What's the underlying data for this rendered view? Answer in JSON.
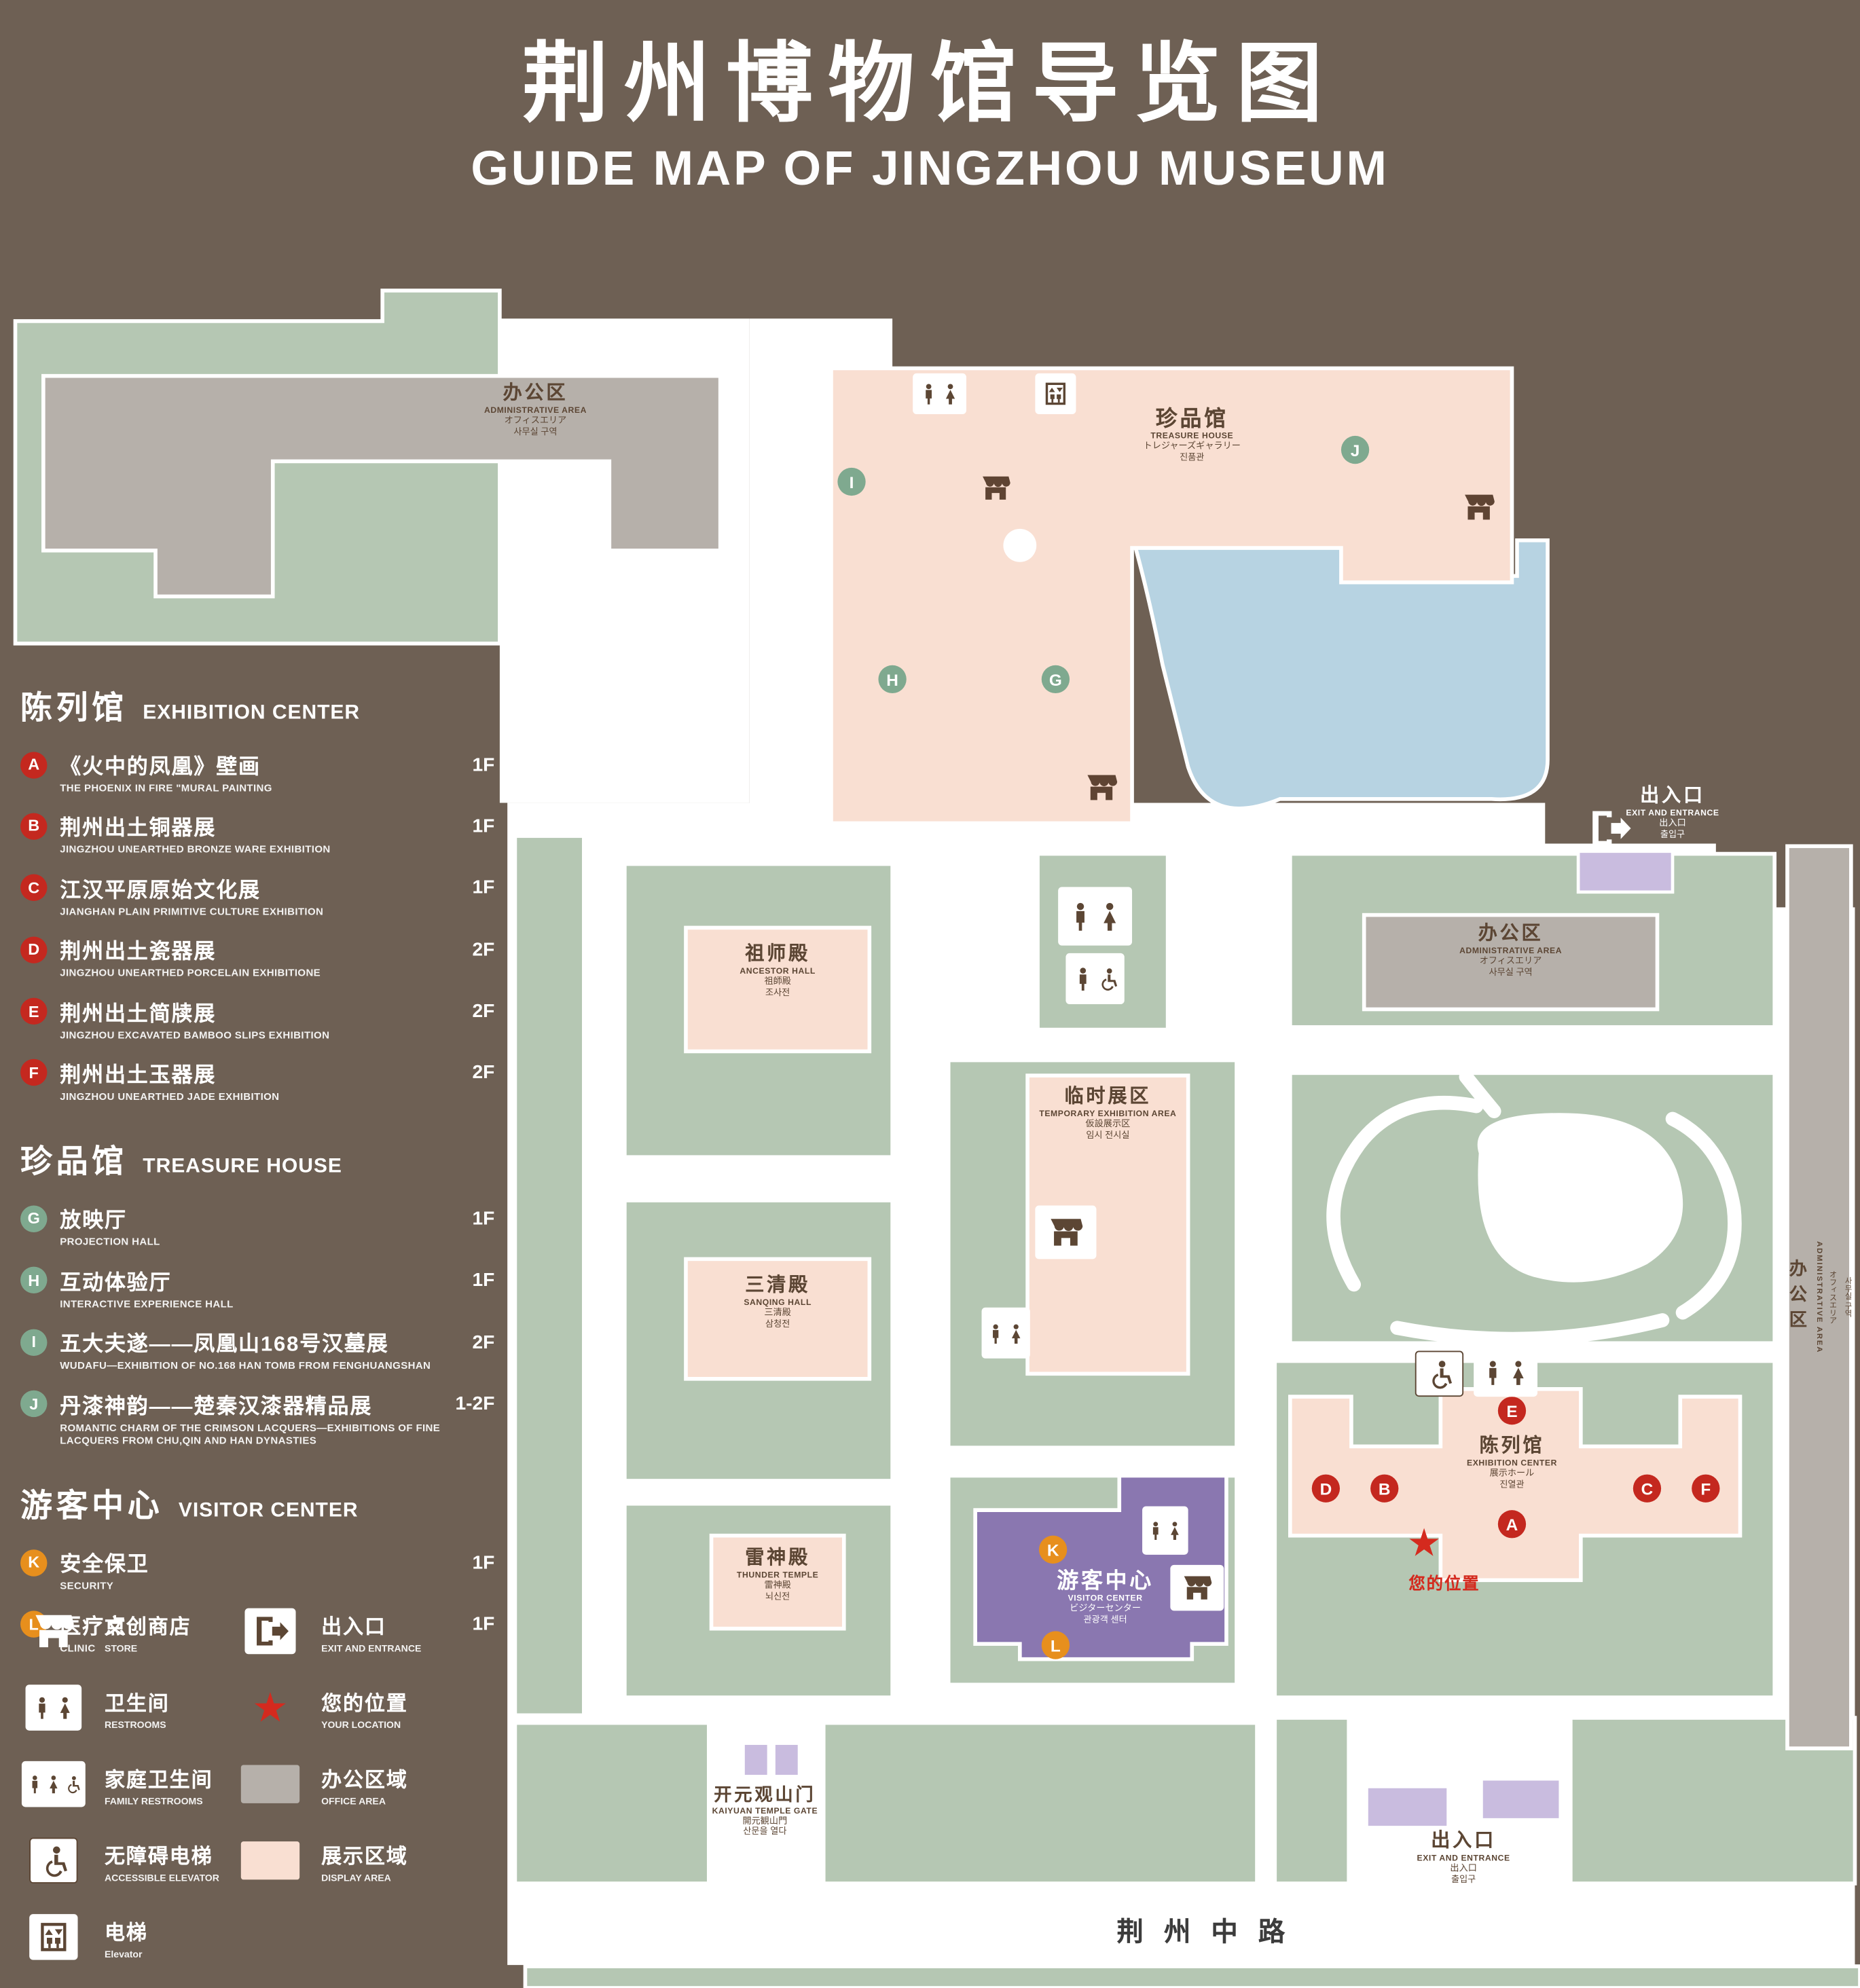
{
  "header": {
    "title_cn": "荆州博物馆导览图",
    "title_en": "GUIDE MAP OF JINGZHOU MUSEUM"
  },
  "sidebar": {
    "sections": [
      {
        "cn": "陈列馆",
        "en": "EXHIBITION CENTER",
        "items": [
          {
            "letter": "A",
            "cn": "《火中的凤凰》壁画",
            "en": "THE PHOENIX IN FIRE \"MURAL PAINTING",
            "floor": "1F"
          },
          {
            "letter": "B",
            "cn": "荆州出土铜器展",
            "en": "JINGZHOU UNEARTHED BRONZE WARE EXHIBITION",
            "floor": "1F"
          },
          {
            "letter": "C",
            "cn": "江汉平原原始文化展",
            "en": "JIANGHAN PLAIN PRIMITIVE CULTURE EXHIBITION",
            "floor": "1F"
          },
          {
            "letter": "D",
            "cn": "荆州出土瓷器展",
            "en": "JINGZHOU UNEARTHED PORCELAIN EXHIBITIONE",
            "floor": "2F"
          },
          {
            "letter": "E",
            "cn": "荆州出土简牍展",
            "en": "JINGZHOU EXCAVATED BAMBOO SLIPS EXHIBITION",
            "floor": "2F"
          },
          {
            "letter": "F",
            "cn": "荆州出土玉器展",
            "en": "JINGZHOU UNEARTHED JADE EXHIBITION",
            "floor": "2F"
          }
        ]
      },
      {
        "cn": "珍品馆",
        "en": "TREASURE HOUSE",
        "items": [
          {
            "letter": "G",
            "cn": "放映厅",
            "en": "PROJECTION HALL",
            "floor": "1F"
          },
          {
            "letter": "H",
            "cn": "互动体验厅",
            "en": "INTERACTIVE EXPERIENCE HALL",
            "floor": "1F"
          },
          {
            "letter": "I",
            "cn": "五大夫遂——凤凰山168号汉墓展",
            "en": "WUDAFU—EXHIBITION OF NO.168 HAN TOMB FROM FENGHUANGSHAN",
            "floor": "2F"
          },
          {
            "letter": "J",
            "cn": "丹漆神韵——楚秦汉漆器精品展",
            "en": "ROMANTIC CHARM OF THE CRIMSON LACQUERS—EXHIBITIONS OF FINE LACQUERS FROM CHU,QIN AND HAN DYNASTIES",
            "floor": "1-2F"
          }
        ]
      },
      {
        "cn": "游客中心",
        "en": "VISITOR CENTER",
        "items": [
          {
            "letter": "K",
            "cn": "安全保卫",
            "en": "SECURITY",
            "floor": "1F"
          },
          {
            "letter": "L",
            "cn": "医疗点",
            "en": "CLINIC",
            "floor": "1F"
          }
        ]
      }
    ]
  },
  "legend": {
    "left": [
      {
        "cn": "文创商店",
        "en": "STORE"
      },
      {
        "cn": "卫生间",
        "en": "RESTROOMS"
      },
      {
        "cn": "家庭卫生间",
        "en": "FAMILY RESTROOMS"
      },
      {
        "cn": "无障碍电梯",
        "en": "ACCESSIBLE ELEVATOR"
      },
      {
        "cn": "电梯",
        "en": "Elevator"
      }
    ],
    "right": [
      {
        "cn": "出入口",
        "en": "EXIT AND ENTRANCE"
      },
      {
        "cn": "您的位置",
        "en": "YOUR LOCATION"
      },
      {
        "cn": "办公区域",
        "en": "OFFICE AREA"
      },
      {
        "cn": "展示区域",
        "en": "DISPLAY AREA"
      }
    ]
  },
  "map": {
    "admin_nw": {
      "cn": "办公区",
      "en": "ADMINISTRATIVE AREA",
      "ja": "オフィスエリア",
      "ko": "사무실 구역"
    },
    "treasure": {
      "cn": "珍品馆",
      "en": "TREASURE HOUSE",
      "ja": "トレジャーズギャラリー",
      "ko": "진품관"
    },
    "exit_ne": {
      "cn": "出入口",
      "en": "EXIT AND ENTRANCE",
      "ja": "出入口",
      "ko": "출입구"
    },
    "admin_e": {
      "cn": "办公区",
      "en": "ADMINISTRATIVE AREA",
      "ja": "オフィスエリア",
      "ko": "사무실 구역"
    },
    "admin_strip": {
      "cn": "办公区",
      "en": "ADMINISTRATIVE AREA",
      "ja": "オフィスエリア",
      "ko": "사무실 구역"
    },
    "ancestor": {
      "cn": "祖师殿",
      "en": "ANCESTOR HALL",
      "ja": "祖師殿",
      "ko": "조사전"
    },
    "temp": {
      "cn": "临时展区",
      "en": "TEMPORARY EXHIBITION AREA",
      "ja": "仮設展示区",
      "ko": "임시 전시실"
    },
    "sanqing": {
      "cn": "三清殿",
      "en": "SANQING HALL",
      "ja": "三清殿",
      "ko": "삼청전"
    },
    "thunder": {
      "cn": "雷神殿",
      "en": "THUNDER TEMPLE",
      "ja": "雷神殿",
      "ko": "뇌신전"
    },
    "visitor": {
      "cn": "游客中心",
      "en": "VISITOR CENTER",
      "ja": "ビジターセンター",
      "ko": "관광객 센터"
    },
    "exhibition": {
      "cn": "陈列馆",
      "en": "EXHIBITION CENTER",
      "ja": "展示ホール",
      "ko": "진열관"
    },
    "gate": {
      "cn": "开元观山门",
      "en": "KAIYUAN TEMPLE GATE",
      "ja": "開元観山門",
      "ko": "산문을 열다"
    },
    "exit_s": {
      "cn": "出入口",
      "en": "EXIT AND ENTRANCE",
      "ja": "出入口",
      "ko": "출입구"
    },
    "road": "荆州中路",
    "your_location": "您的位置",
    "markers": {
      "a": "A",
      "b": "B",
      "c": "C",
      "d": "D",
      "e": "E",
      "f": "F",
      "g": "G",
      "h": "H",
      "i": "I",
      "j": "J",
      "k": "K",
      "l": "L"
    }
  },
  "colors": {
    "background": "#6e6054",
    "lawn": "#b5c7b3",
    "display_area": "#f9dfd2",
    "office_area": "#b6b0aa",
    "water": "#b7d3e2",
    "visitor_center": "#8a77b0",
    "marker_red": "#c4281f",
    "marker_green": "#7fa98f",
    "marker_orange": "#e78f1d",
    "location_red": "#d42a1e"
  }
}
